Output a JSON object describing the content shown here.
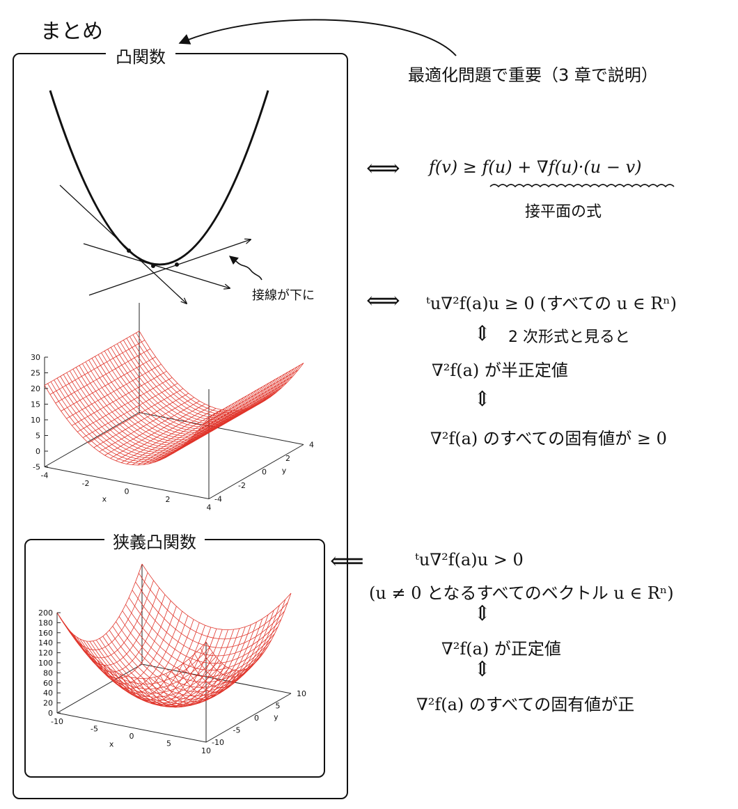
{
  "heading": "まとめ",
  "outer_box": {
    "label": "凸関数",
    "note": "最適化問題で重要（3 章で説明）",
    "tangent_label": "接線が下に",
    "plot": {
      "zticks": [
        "30",
        "25",
        "20",
        "15",
        "10",
        "5",
        "0",
        "-5"
      ],
      "xticks": [
        "-4",
        "-2",
        "0",
        "2",
        "4"
      ],
      "yticks": [
        "4",
        "2",
        "0",
        "-2",
        "-4"
      ],
      "xlabel": "x",
      "ylabel": "y",
      "mesh_color": "#e0352b"
    }
  },
  "inner_box": {
    "label": "狭義凸関数",
    "plot": {
      "zticks": [
        "200",
        "180",
        "160",
        "140",
        "120",
        "100",
        "80",
        "60",
        "40",
        "20",
        "0"
      ],
      "xticks": [
        "-10",
        "-5",
        "0",
        "5",
        "10"
      ],
      "yticks": [
        "10",
        "5",
        "0",
        "-5",
        "-10"
      ],
      "xlabel": "x",
      "ylabel": "y",
      "mesh_color": "#e0352b"
    }
  },
  "right": {
    "equiv_symbol": "⟺",
    "implied_symbol": "⟸",
    "vequiv_symbol": "⇕",
    "eq1": "f(v) ≥ f(u) + ∇f(u)·(u − v)",
    "eq1_underbrace_label": "接平面の式",
    "eq2": "ᵗu∇²f(a)u ≥ 0 (すべての u ∈ Rⁿ)",
    "eq2_note": "2 次形式と見ると",
    "eq3": "∇²f(a) が半正定値",
    "eq4": "∇²f(a) のすべての固有値が ≥ 0",
    "s1": "ᵗu∇²f(a)u > 0",
    "s2": "(u ≠ 0 となるすべてのベクトル u ∈ Rⁿ)",
    "s3": "∇²f(a) が正定値",
    "s4": "∇²f(a) のすべての固有値が正"
  }
}
